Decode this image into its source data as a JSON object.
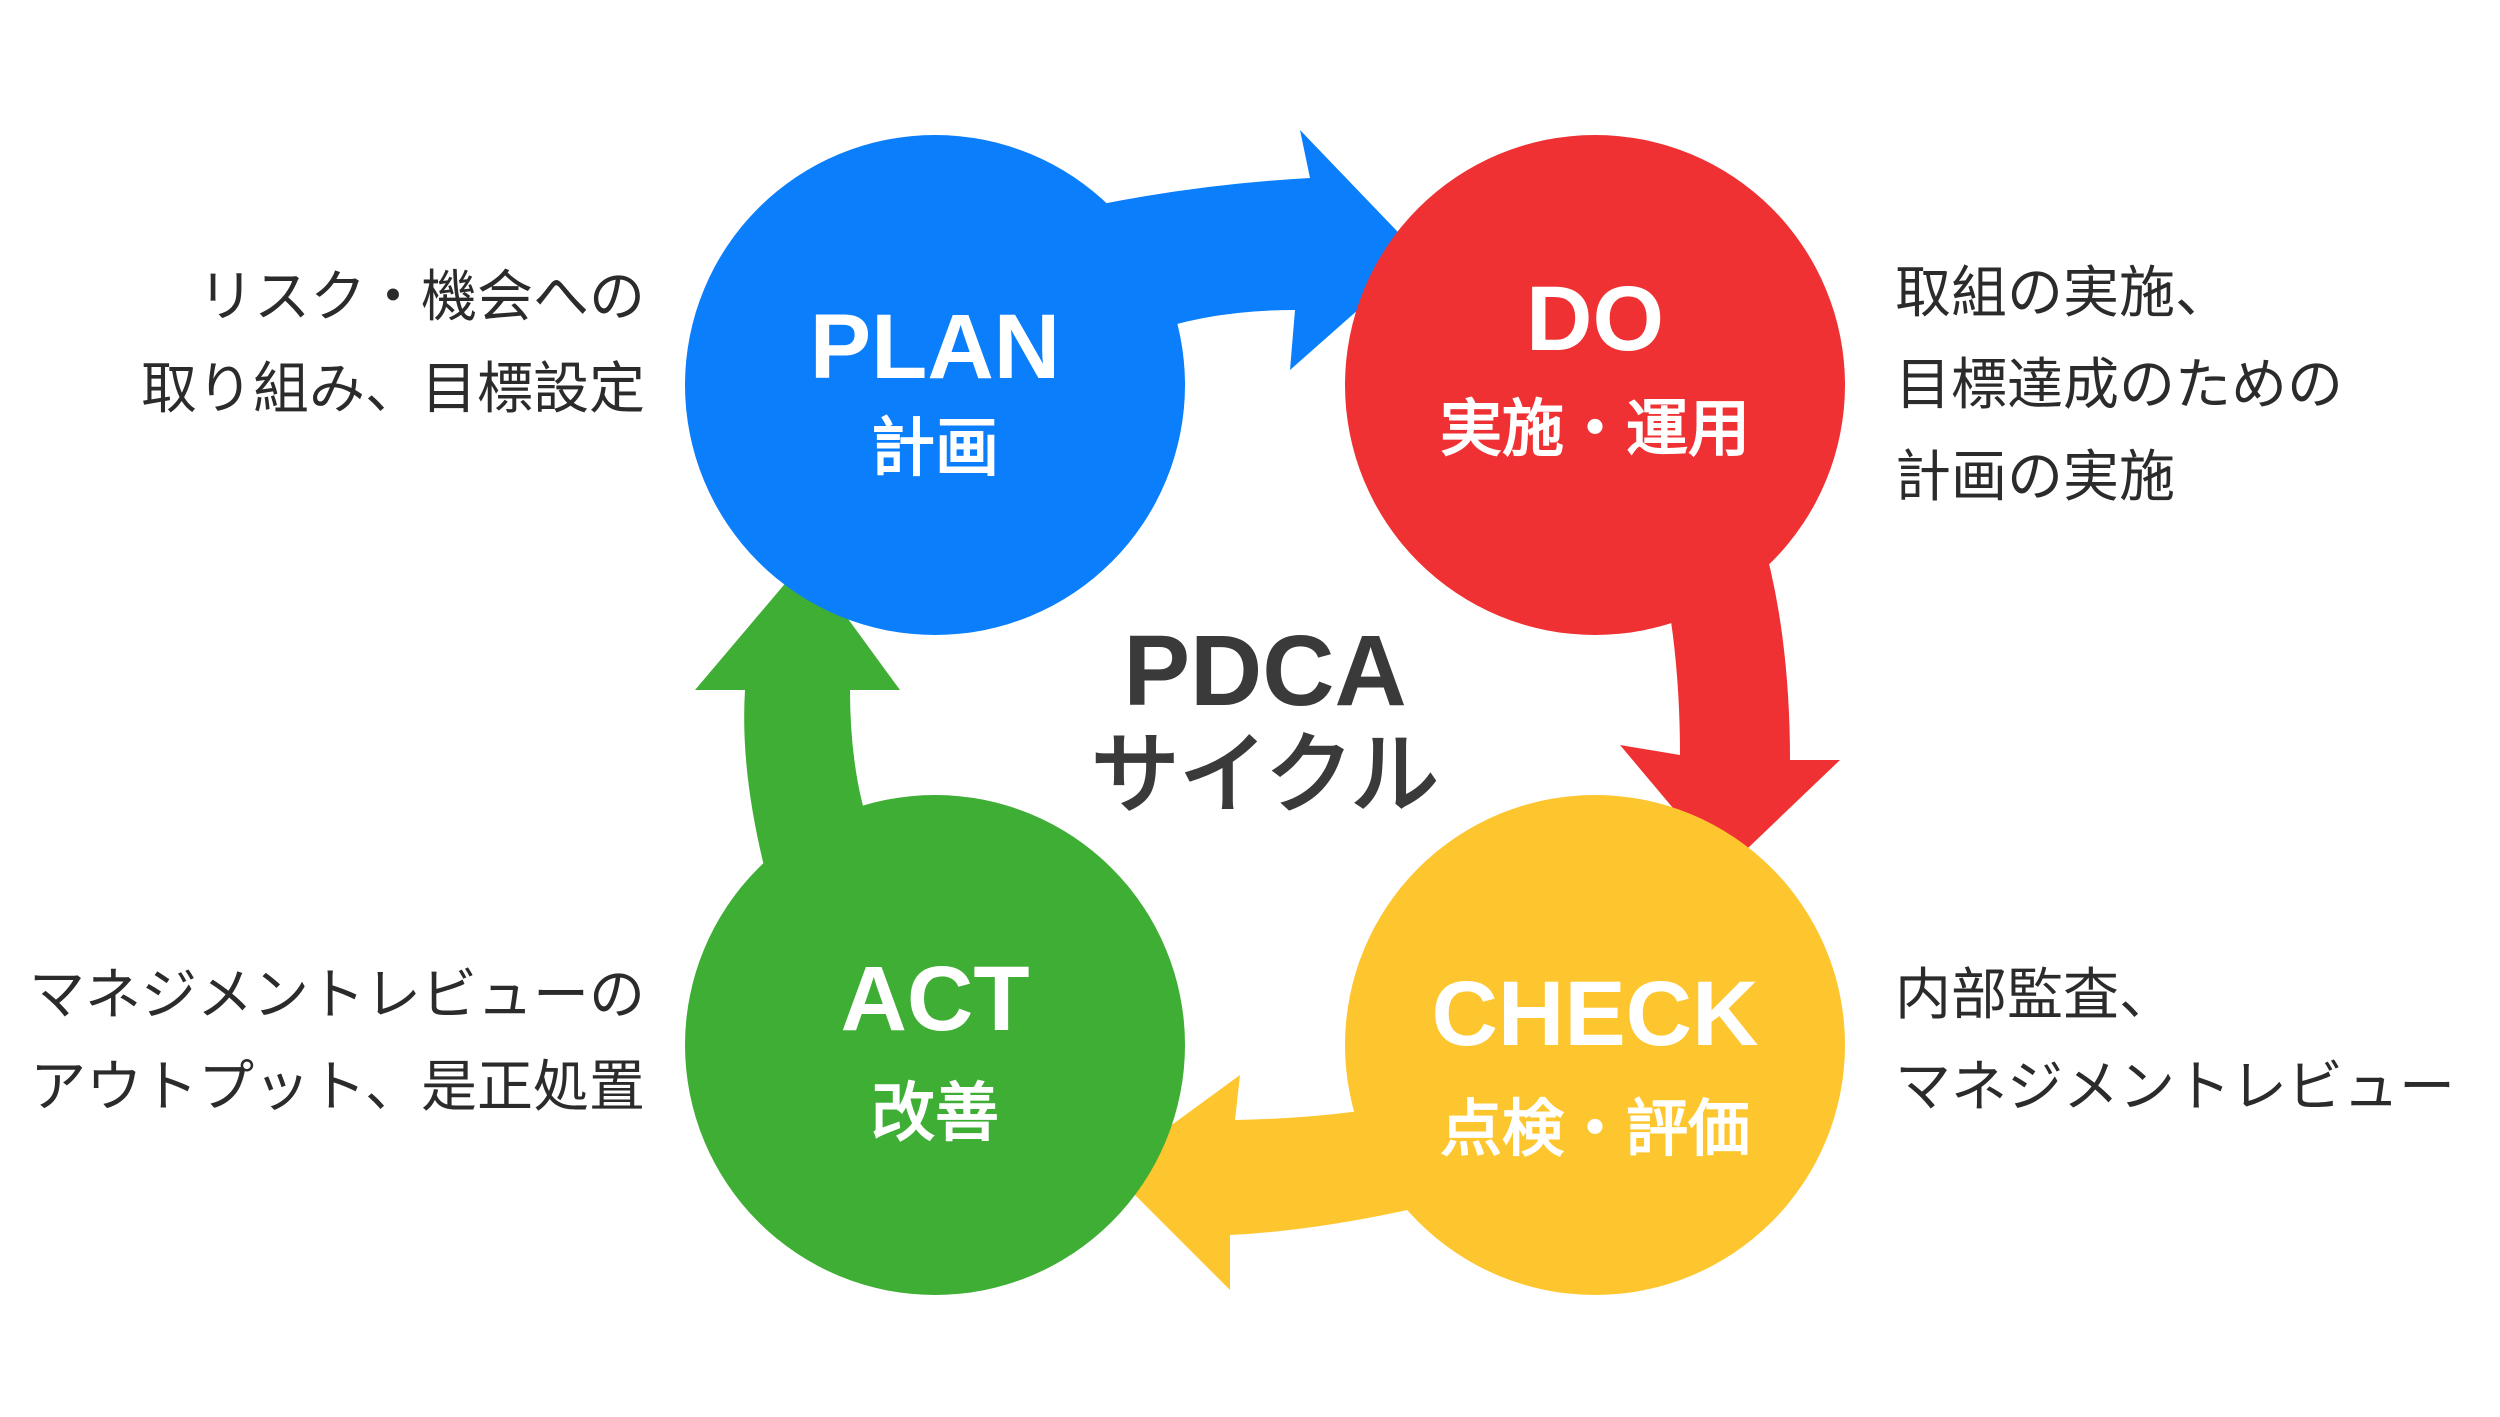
{
  "center": {
    "title": "PDCA",
    "subtitle": "サイクル"
  },
  "stages": {
    "plan": {
      "en": "PLAN",
      "ja": "計画",
      "color": "#0A7EFB"
    },
    "do": {
      "en": "DO",
      "ja": "実施・運用",
      "color": "#EF3133"
    },
    "check": {
      "en": "CHECK",
      "ja": "点検・評価",
      "color": "#FDC62F"
    },
    "act": {
      "en": "ACT",
      "ja": "改善",
      "color": "#3FAE35"
    }
  },
  "notes": {
    "plan": [
      "リスク・機会への",
      "取り組み、目標設定"
    ],
    "do": [
      "取組の実施、",
      "目標達成のための",
      "計画の実施"
    ],
    "check": [
      "内部監査、",
      "マネジメントレビュー"
    ],
    "act": [
      "マネジメントレビューの",
      "アウトプット、是正処置"
    ]
  },
  "colors": {
    "text_dark": "#3a3a3a",
    "note_text": "#2b2b2b",
    "circle_text": "#ffffff"
  }
}
